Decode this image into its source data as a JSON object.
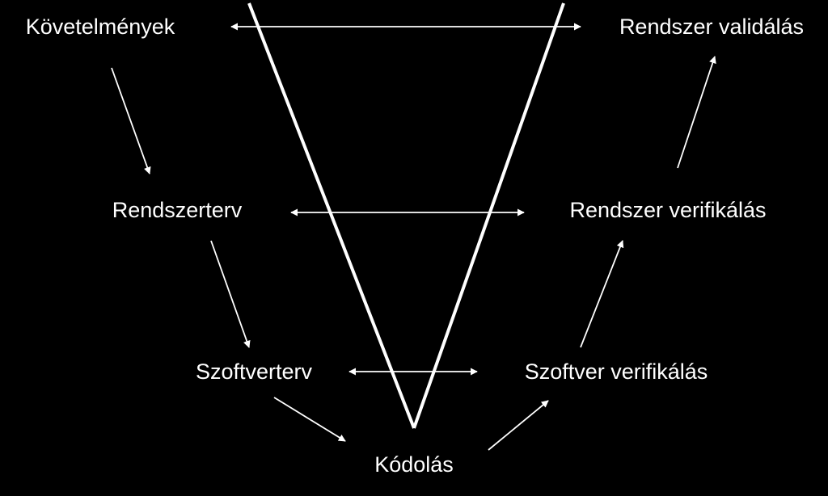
{
  "colors": {
    "background": "#000000",
    "foreground": "#ffffff"
  },
  "labels": {
    "requirements": "Követelmények",
    "system_validation": "Rendszer validálás",
    "system_design": "Rendszerterv",
    "system_verification": "Rendszer verifikálás",
    "software_design": "Szoftverterv",
    "software_verification": "Szoftver verifikálás",
    "coding": "Kódolás"
  }
}
